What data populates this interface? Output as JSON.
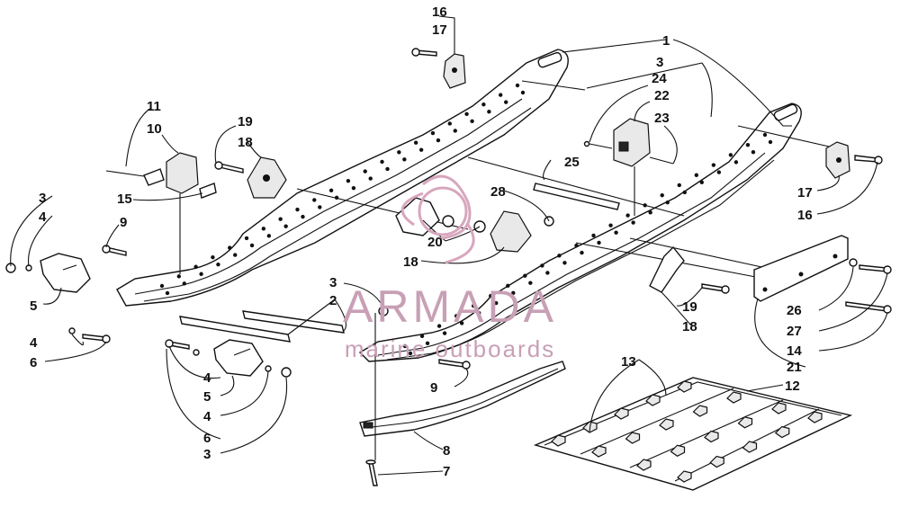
{
  "callouts": [
    {
      "id": "c1",
      "text": "1"
    },
    {
      "id": "c3a",
      "text": "3"
    },
    {
      "id": "c24",
      "text": "24"
    },
    {
      "id": "c22",
      "text": "22"
    },
    {
      "id": "c23",
      "text": "23"
    },
    {
      "id": "c16a",
      "text": "16"
    },
    {
      "id": "c17a",
      "text": "17"
    },
    {
      "id": "c11",
      "text": "11"
    },
    {
      "id": "c10",
      "text": "10"
    },
    {
      "id": "c19a",
      "text": "19"
    },
    {
      "id": "c18a",
      "text": "18"
    },
    {
      "id": "c15",
      "text": "15"
    },
    {
      "id": "c3b",
      "text": "3"
    },
    {
      "id": "c4a",
      "text": "4"
    },
    {
      "id": "c9a",
      "text": "9"
    },
    {
      "id": "c5a",
      "text": "5"
    },
    {
      "id": "c25",
      "text": "25"
    },
    {
      "id": "c28",
      "text": "28"
    },
    {
      "id": "c20",
      "text": "20"
    },
    {
      "id": "c18b",
      "text": "18"
    },
    {
      "id": "c17b",
      "text": "17"
    },
    {
      "id": "c16b",
      "text": "16"
    },
    {
      "id": "c3c",
      "text": "3"
    },
    {
      "id": "c2",
      "text": "2"
    },
    {
      "id": "c4b",
      "text": "4"
    },
    {
      "id": "c6a",
      "text": "6"
    },
    {
      "id": "c19b",
      "text": "19"
    },
    {
      "id": "c18c",
      "text": "18"
    },
    {
      "id": "c26",
      "text": "26"
    },
    {
      "id": "c27",
      "text": "27"
    },
    {
      "id": "c14",
      "text": "14"
    },
    {
      "id": "c21",
      "text": "21"
    },
    {
      "id": "c9b",
      "text": "9"
    },
    {
      "id": "c13",
      "text": "13"
    },
    {
      "id": "c12",
      "text": "12"
    },
    {
      "id": "c4c",
      "text": "4"
    },
    {
      "id": "c5b",
      "text": "5"
    },
    {
      "id": "c4d",
      "text": "4"
    },
    {
      "id": "c6b",
      "text": "6"
    },
    {
      "id": "c3d",
      "text": "3"
    },
    {
      "id": "c8",
      "text": "8"
    },
    {
      "id": "c7",
      "text": "7"
    }
  ],
  "watermark": {
    "brand": "ARMADA",
    "tagline": "marine outboards",
    "color": "#c8a0b6"
  }
}
